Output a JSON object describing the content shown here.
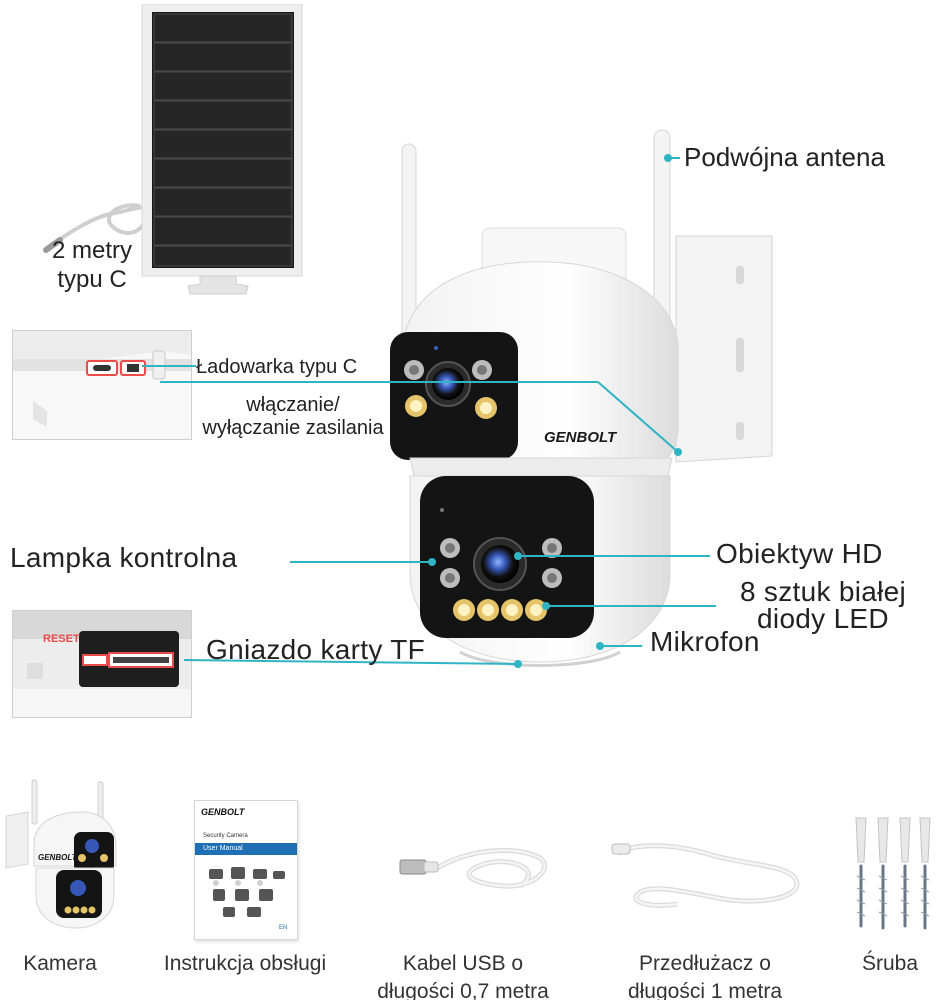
{
  "labels": {
    "antenna": "Podwójna antena",
    "cable_line1": "2 metry",
    "cable_line2": "typu C",
    "charger": "Ładowarka typu C",
    "power_line1": "włączanie/",
    "power_line2": "wyłączanie zasilania",
    "indicator": "Lampka kontrolna",
    "lens": "Obiektyw HD",
    "leds_line1": "8 sztuk białej",
    "leds_line2": "diody LED",
    "microphone": "Mikrofon",
    "tf_slot": "Gniazdo karty TF",
    "reset": "RESET"
  },
  "brand": {
    "logo_text": "GENBOLT"
  },
  "manual": {
    "brand": "GENBOLT",
    "line1": "Security Camera",
    "line2": "User Manual",
    "lang": "EN"
  },
  "accessories": [
    {
      "line1": "Kamera",
      "line2": ""
    },
    {
      "line1": "Instrukcja obsługi",
      "line2": ""
    },
    {
      "line1": "Kabel USB o",
      "line2": "długości 0,7 metra"
    },
    {
      "line1": "Przedłużacz o",
      "line2": "długości 1 metra"
    },
    {
      "line1": "Śruba",
      "line2": ""
    }
  ],
  "colors": {
    "callout": "#2fb4c6",
    "highlight": "#e94a4a"
  }
}
